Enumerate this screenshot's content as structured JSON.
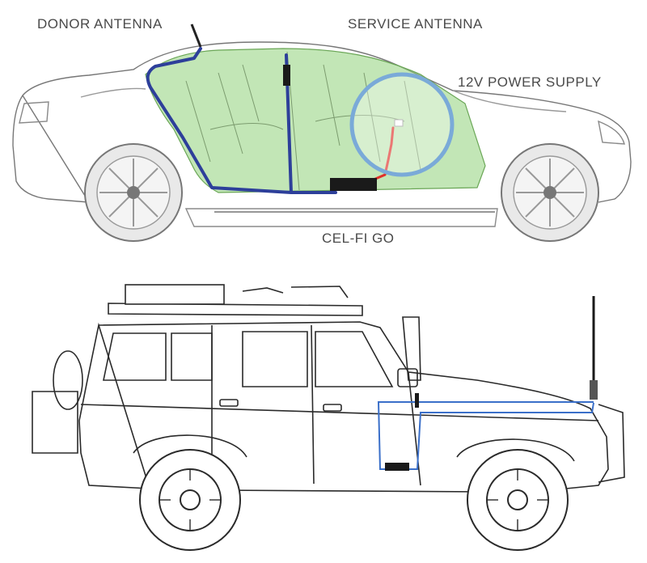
{
  "labels": {
    "donor_antenna": "DONOR ANTENNA",
    "service_antenna": "SERVICE ANTENNA",
    "power_supply": "12V POWER SUPPLY",
    "cel_fi_go": "CEL-FI GO"
  },
  "colors": {
    "cabin_fill": "#8fd17a",
    "cable": "#2d3f9a",
    "power_wire": "#e0302a",
    "highlight_circle": "#7aaad8",
    "outline": "#555555",
    "suv_cable": "#3a6fc9",
    "device": "#1a1a1a"
  }
}
